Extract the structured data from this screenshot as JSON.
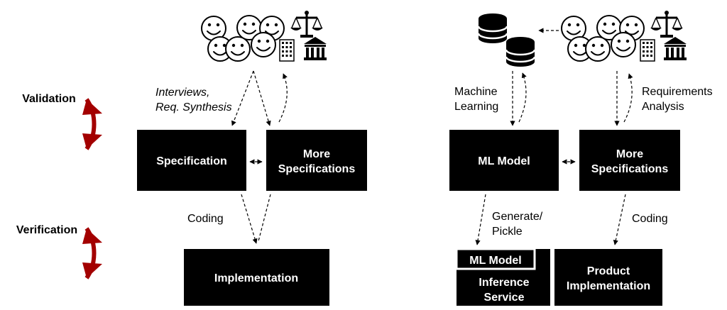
{
  "left_diagram": {
    "side_labels": {
      "validation": "Validation",
      "verification": "Verification"
    },
    "boxes": {
      "specification": "Specification",
      "more_specifications": [
        "More",
        "Specifications"
      ],
      "implementation": "Implementation"
    },
    "edge_labels": {
      "interviews": [
        "Interviews,",
        "Req. Synthesis"
      ],
      "coding": "Coding"
    }
  },
  "right_diagram": {
    "boxes": {
      "ml_model": "ML Model",
      "more_specifications": [
        "More",
        "Specifications"
      ],
      "ml_model_tab": "ML Model",
      "inference_service": [
        "Inference",
        "Service"
      ],
      "product_implementation": [
        "Product",
        "Implementation"
      ]
    },
    "edge_labels": {
      "machine_learning": [
        "Machine",
        "Learning"
      ],
      "requirements_analysis": [
        "Requirements",
        "Analysis"
      ],
      "generate_pickle": [
        "Generate/",
        "Pickle"
      ],
      "coding": "Coding"
    }
  },
  "icons": [
    "smiley-face-icon",
    "scales-icon",
    "office-building-icon",
    "courthouse-icon",
    "database-icon",
    "curved-double-arrow-icon"
  ],
  "colors": {
    "box": "#000000",
    "box_text": "#ffffff",
    "arrow_red": "#a30000"
  }
}
